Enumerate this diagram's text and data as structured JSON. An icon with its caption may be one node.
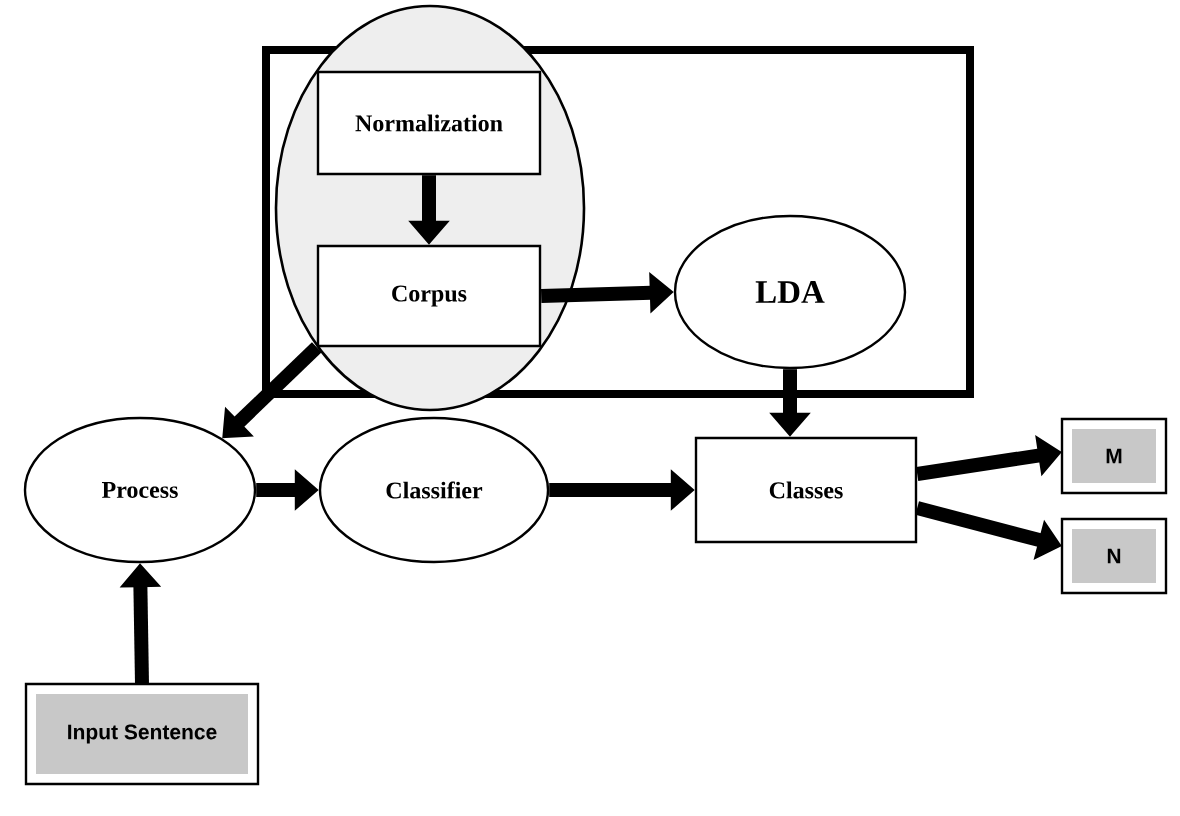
{
  "diagram": {
    "nodes": [
      {
        "text": [],
        "shape": "box"
      },
      {
        "text": [],
        "shape": "ellipse"
      },
      {
        "text": [
          "Normalization"
        ],
        "in": 1
      },
      {
        "text": [
          "Corpus"
        ],
        "in": 1
      },
      {
        "text": [
          "LDA"
        ],
        "in": 0
      },
      {
        "text": [
          "Process"
        ]
      },
      {
        "text": [
          "Classifier"
        ]
      },
      {
        "text": [
          "Classes"
        ]
      },
      {
        "text": [
          "M"
        ]
      },
      {
        "text": [
          "N"
        ]
      },
      {
        "text": [
          "Input Sentence"
        ]
      }
    ],
    "edges": [
      {
        "from": 2,
        "to": 3,
        "arrow": "to"
      },
      {
        "from": 3,
        "to": 4,
        "arrow": "to"
      },
      {
        "from": 3,
        "to": 5,
        "arrow": "to"
      },
      {
        "from": 4,
        "to": 7,
        "arrow": "to"
      },
      {
        "from": 5,
        "to": 6,
        "arrow": "to"
      },
      {
        "from": 6,
        "to": 7,
        "arrow": "to"
      },
      {
        "from": 7,
        "to": 8,
        "arrow": "to"
      },
      {
        "from": 7,
        "to": 9,
        "arrow": "to"
      },
      {
        "from": 10,
        "to": 5,
        "arrow": "to"
      }
    ]
  }
}
